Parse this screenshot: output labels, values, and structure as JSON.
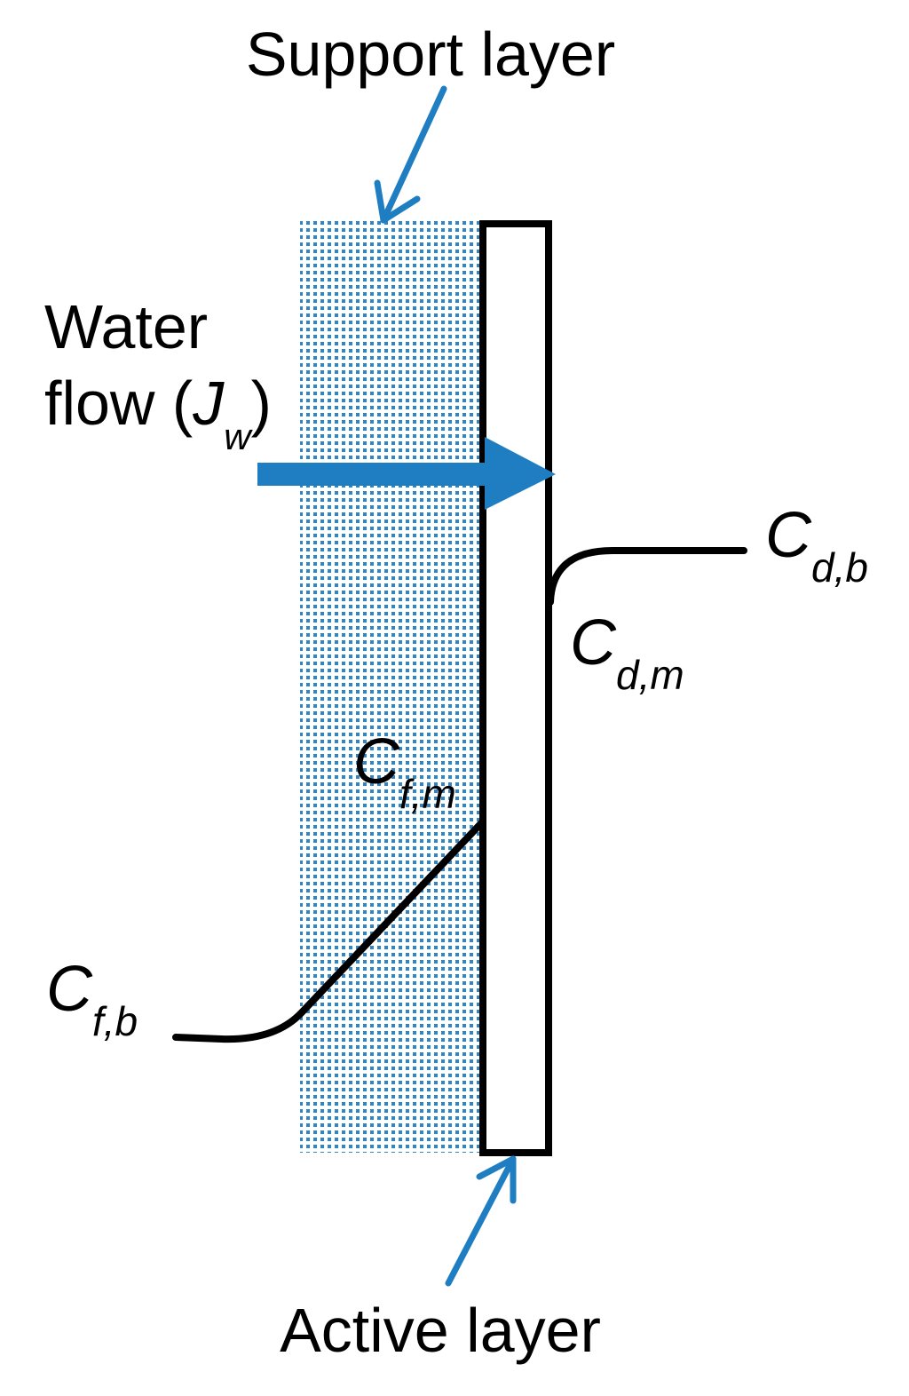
{
  "labels": {
    "support_layer": "Support layer",
    "active_layer": "Active layer",
    "water_line1": "Water",
    "water_line2_prefix": "flow (",
    "water_symbol": "J",
    "water_sub": "w",
    "water_suffix": ")"
  },
  "concentrations": {
    "cdb": {
      "main": "C",
      "sub": "d,b"
    },
    "cdm": {
      "main": "C",
      "sub": "d,m"
    },
    "cfm": {
      "main": "C",
      "sub": "f,m"
    },
    "cfb": {
      "main": "C",
      "sub": "f,b"
    }
  },
  "colors": {
    "accent_blue": "#1f7ec2",
    "dot_blue": "#2e86c8",
    "line": "#000000"
  }
}
